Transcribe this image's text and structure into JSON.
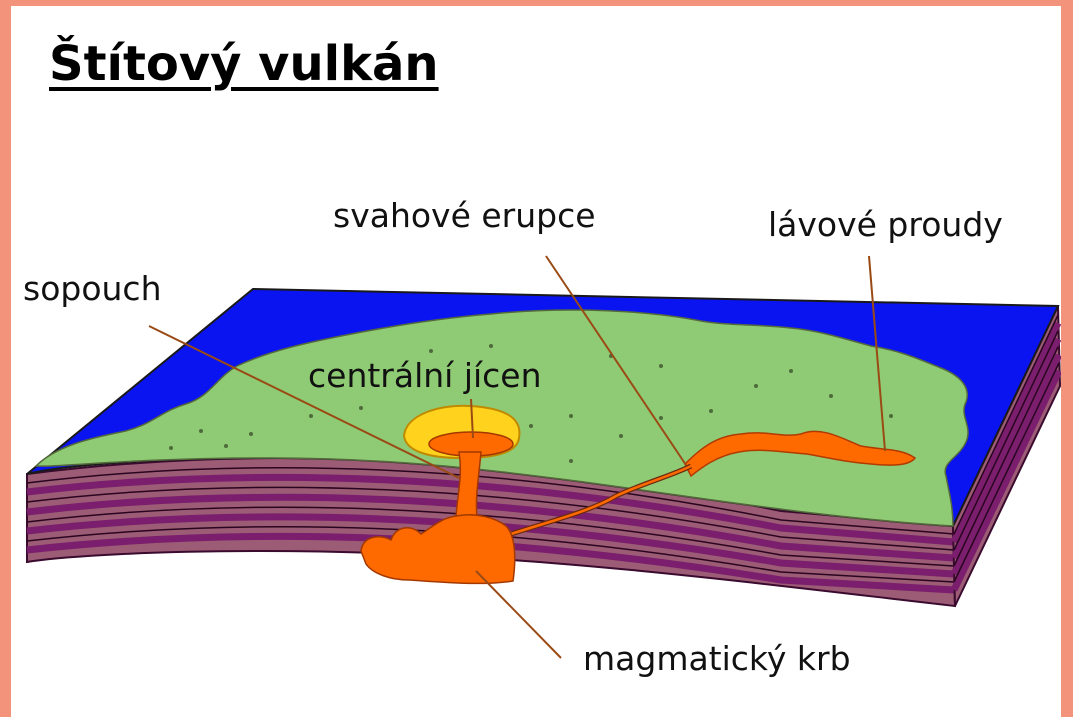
{
  "title": "Štítový vulkán",
  "labels": {
    "flank_eruptions": "svahové erupce",
    "lava_flows": "lávové proudy",
    "vent": "sopouch",
    "central_crater": "centrální jícen",
    "magma_chamber": "magmatický krb"
  },
  "colors": {
    "background": "#f4937c",
    "sea": "#0a14f0",
    "land": "#8fcb74",
    "strata_light": "#9c5c75",
    "strata_dark": "#7b1e6e",
    "lava": "#ff6a00",
    "crater_rim": "#ffd21e",
    "leader_line": "#9a4a14"
  }
}
